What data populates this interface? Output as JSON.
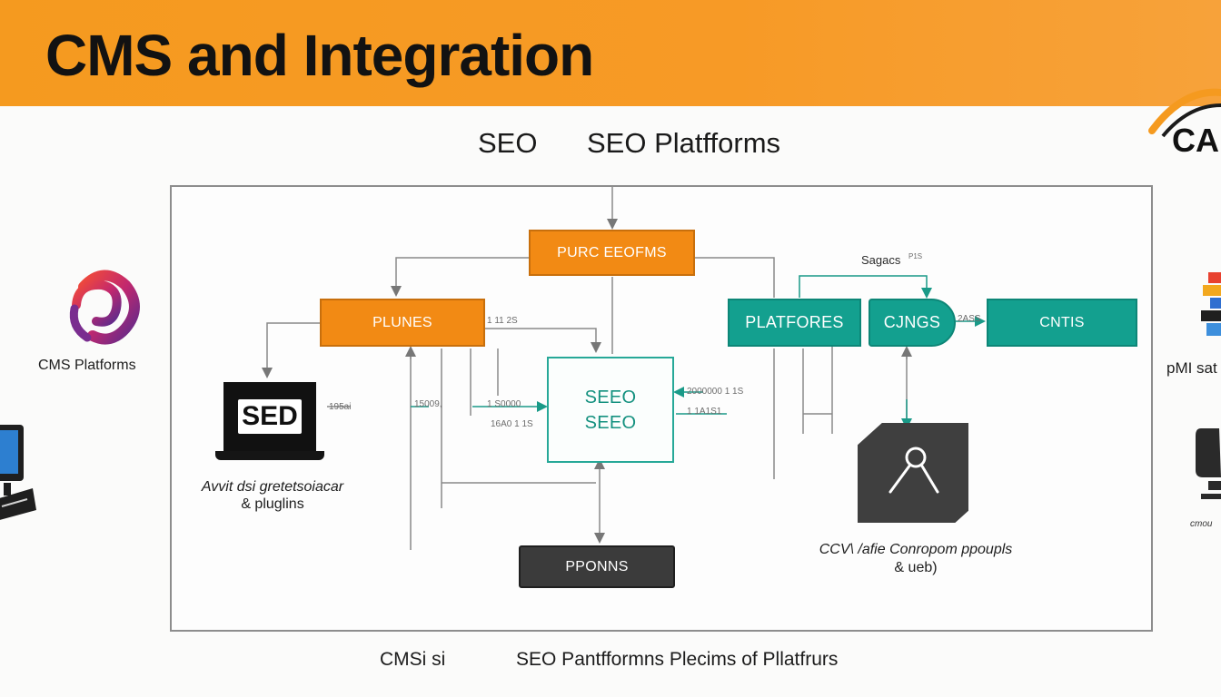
{
  "header": {
    "title": "CMS and Integration"
  },
  "subtitle": {
    "left": "SEO",
    "right": "SEO Platfforms"
  },
  "left_panel": {
    "logo_label": "CMS Platforms"
  },
  "right_panel": {
    "logo_text": "CA",
    "label": "pMI sat",
    "device_caption": "cmou"
  },
  "nodes": {
    "purc": "PURC EEOFMS",
    "plunes": "PLUNES",
    "platfores": "PLATFORES",
    "cjngs": "CJNGS",
    "cntis": "CNTIS",
    "center_line1": "SEEO",
    "center_line2": "SEEO",
    "pponns": "PPONNS"
  },
  "laptop": {
    "screen_text": "SED",
    "caption_line1": "Avvit dsi gretetsoiacar",
    "caption_line2": "& pluglins"
  },
  "tool": {
    "caption_line1": "CCV\\ /afie Conropom ppoupls",
    "caption_line2": "& ueb)"
  },
  "small_labels": {
    "sagacs": "Sagacs",
    "sagacs_sup": "P1S",
    "left_a": "195ai",
    "left_b": "15009,",
    "left_c": "1 S0000",
    "left_d": "16A0 1 1S",
    "mid_top": "1 11 2S",
    "right_a": "2000000 1 1S",
    "right_b": "1 1A1S1",
    "cjngs_arrow": "2ASS"
  },
  "footer": {
    "left": "CMSi si",
    "right": "SEO Pantfformns Plecims of Pllatfrurs"
  },
  "colors": {
    "banner": "#f79a26",
    "orange_node": "#f28a14",
    "teal_node": "#13a08f",
    "dark_node": "#3b3b3b"
  }
}
